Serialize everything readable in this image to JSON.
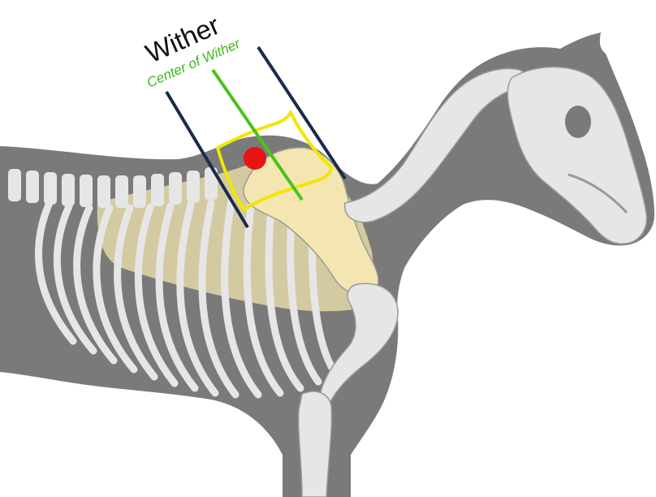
{
  "labels": {
    "wither": "Wither",
    "center_of_wither": "Center of Wither"
  },
  "colors": {
    "body": "#7a7a7a",
    "bone": "#e6e6e6",
    "bone_outline": "#9a9a9a",
    "highlight": "#f3e6b0",
    "wither_lines": "#1c2a4a",
    "center_line": "#4bc21c",
    "outline": "#f2e600",
    "marker": "#e81414"
  },
  "icons": {
    "marker": "red-dot-marker"
  }
}
